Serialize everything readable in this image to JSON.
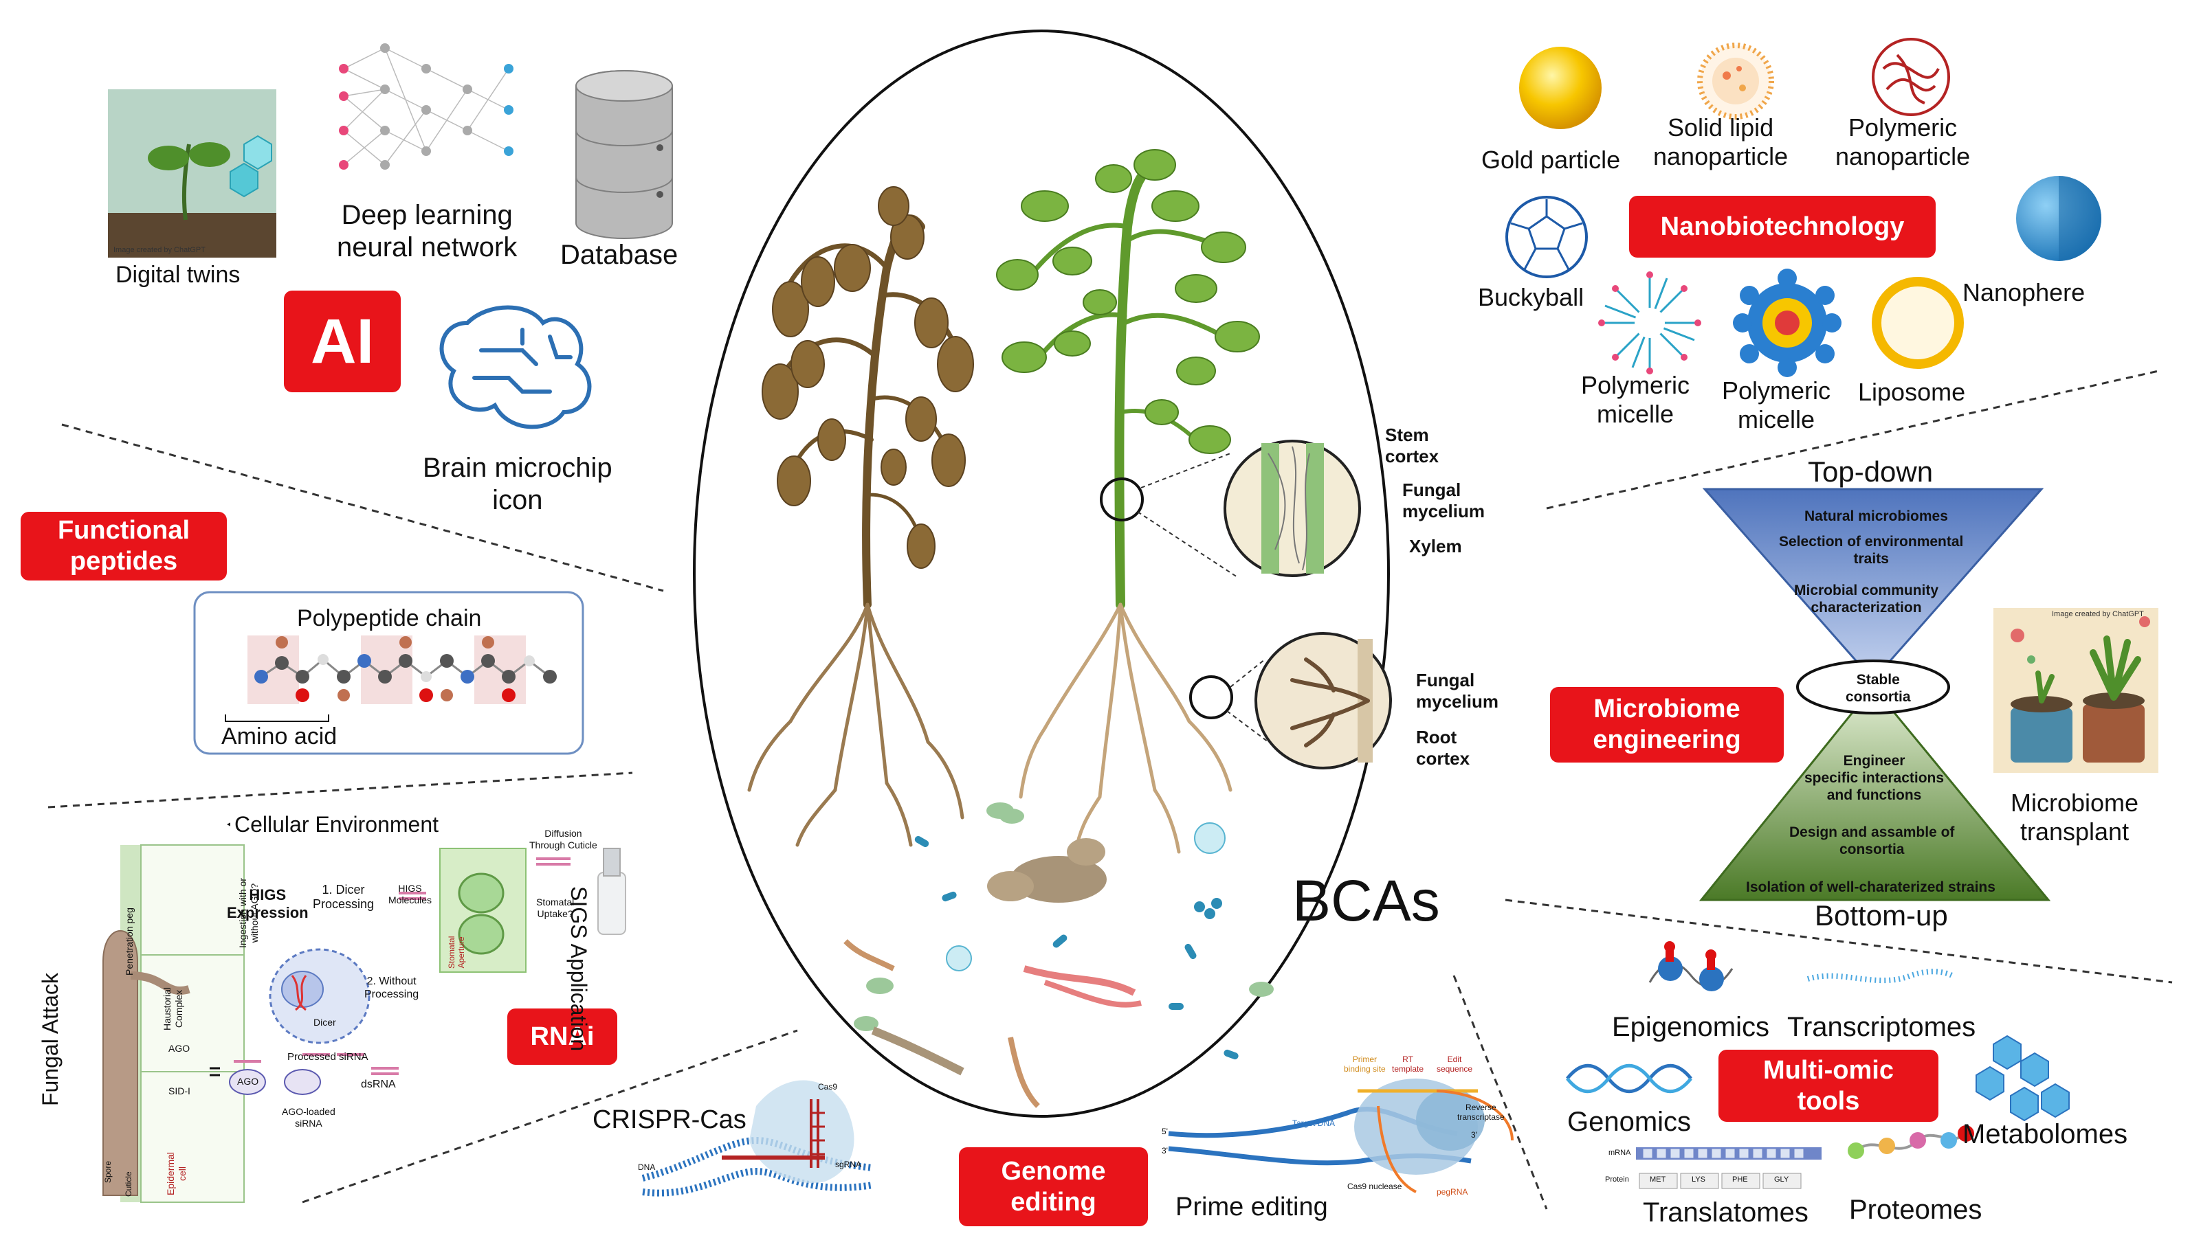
{
  "center_label": "BCAs",
  "plant_labels": {
    "stem_cortex": "Stem\ncortex",
    "fungal_mycelium_upper": "Fungal\nmycelium",
    "xylem": "Xylem",
    "fungal_mycelium_lower": "Fungal\nmycelium",
    "root_cortex": "Root\ncortex"
  },
  "ai": {
    "tag": "AI",
    "items": [
      "Digital twins",
      "Deep learning\nneural network",
      "Database",
      "Brain microchip\nicon"
    ],
    "image_caption": "Image created by ChatGPT"
  },
  "peptides": {
    "tag": "Functional\npeptides",
    "chain_title": "Polypeptide chain",
    "amino_acid": "Amino acid"
  },
  "rnai": {
    "tag": "RNAi",
    "cellular_environment": "Cellular Environment",
    "sigs_application": "SIGS Application",
    "fungal_attack": "Fungal Attack",
    "labels": [
      "HIGS\nExpression",
      "1. Dicer\nProcessing",
      "HIGS\nMolecules",
      "Ingestion with or\nwithout AGO?",
      "Dicer",
      "2. Without\nProcessing",
      "Processed siRNA",
      "dsRNA",
      "AGO",
      "AGO-loaded\nsiRNA",
      "Diffusion\nThrough Cuticle",
      "Stomatal\nUptake?",
      "Stomatal\nAperture",
      "Penetration peg",
      "Haustorial\nComplex",
      "AGO",
      "SID-I",
      "Spore",
      "Epidermal\ncell",
      "Cuticle"
    ]
  },
  "nano": {
    "tag": "Nanobiotechnology",
    "items": [
      "Gold particle",
      "Solid lipid\nnanoparticle",
      "Polymeric\nnanoparticle",
      "Buckyball",
      "Nanophere",
      "Polymeric\nmicelle",
      "Polymeric\nmicelle",
      "Liposome"
    ]
  },
  "microbiome": {
    "tag": "Microbiome\nengineering",
    "top_down": "Top-down",
    "bottom_up": "Bottom-up",
    "top_items": [
      "Natural microbiomes",
      "Selection of environmental\ntraits",
      "Microbial community\ncharacterization"
    ],
    "stable": "Stable\nconsortia",
    "bottom_items": [
      "Engineer\nspecific interactions\nand functions",
      "Design and assamble of\nconsortia",
      "Isolation of well-charaterized strains"
    ],
    "transplant": "Microbiome\ntransplant",
    "image_caption": "Image created by ChatGPT"
  },
  "omics": {
    "tag": "Multi-omic\ntools",
    "items": [
      "Epigenomics",
      "Transcriptomes",
      "Genomics",
      "Metabolomes",
      "Translatomes",
      "Proteomes"
    ],
    "codons": [
      "MET",
      "LYS",
      "PHE",
      "GLY"
    ],
    "row_labels": [
      "mRNA",
      "Protein"
    ]
  },
  "genome": {
    "tag": "Genome\nediting",
    "crispr": "CRISPR-Cas",
    "prime": "Prime editing",
    "crispr_labels": [
      "Cas9",
      "sgRNA",
      "DNA"
    ],
    "prime_labels": [
      "Primer\nbinding site",
      "RT\ntemplate",
      "Edit\nsequence",
      "Target DNA",
      "Reverse\ntranscriptase",
      "Cas9 nuclease",
      "pegRNA",
      "5'",
      "3'",
      "3'"
    ]
  },
  "colors": {
    "tag_red": "#e8141a",
    "plant_green": "#6aa33a",
    "dead_brown": "#7b5a2e",
    "root_tan": "#b89968",
    "nano_blue": "#2a7fd0",
    "pyramid_blue": "#5c80c4",
    "pyramid_green": "#6a9a3c"
  }
}
